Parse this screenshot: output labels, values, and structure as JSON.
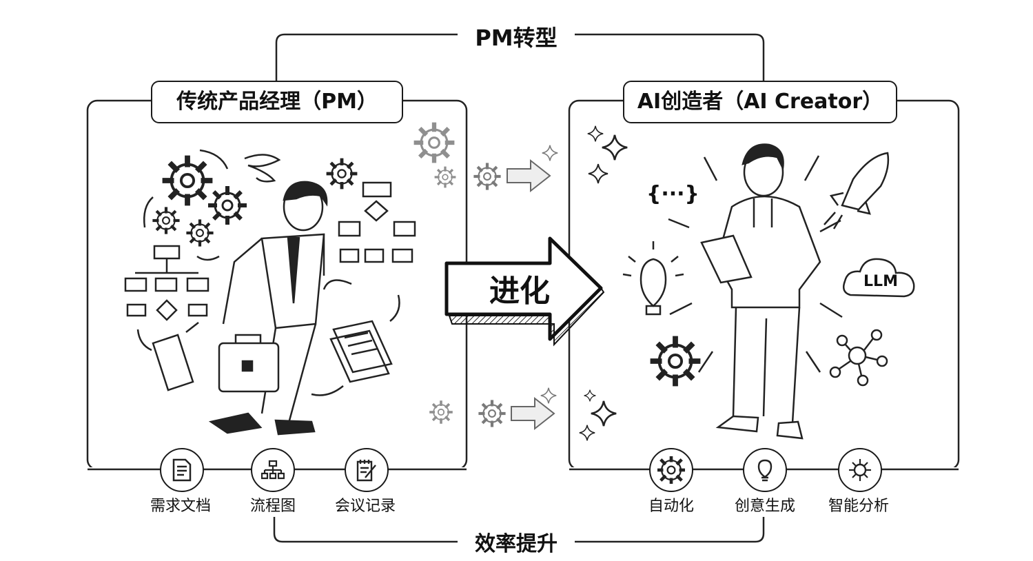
{
  "title_top": "PM转型",
  "title_bottom": "效率提升",
  "left_panel": {
    "title": "传统产品经理（PM）",
    "items": [
      {
        "label": "需求文档",
        "icon": "document-icon"
      },
      {
        "label": "流程图",
        "icon": "flowchart-icon"
      },
      {
        "label": "会议记录",
        "icon": "notepad-icon"
      }
    ]
  },
  "right_panel": {
    "title": "AI创造者（AI Creator）",
    "items": [
      {
        "label": "自动化",
        "icon": "gear-icon"
      },
      {
        "label": "创意生成",
        "icon": "lightbulb-icon"
      },
      {
        "label": "智能分析",
        "icon": "analysis-icon"
      }
    ],
    "cloud_label": "LLM",
    "code_label": "{···}"
  },
  "center_arrow_label": "进化"
}
